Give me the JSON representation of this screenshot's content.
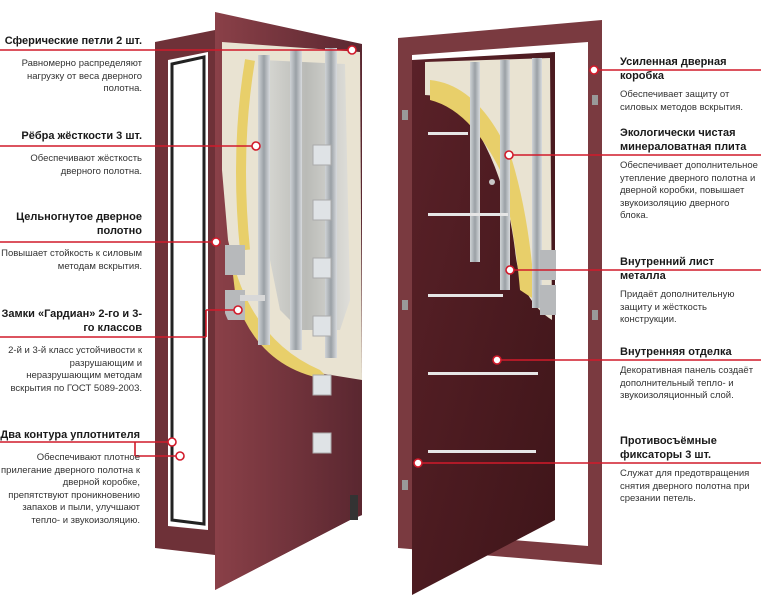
{
  "left_callouts": [
    {
      "title": "Сферические петли 2 шт.",
      "desc": "Равномерно распределяют нагрузку от веса дверного полотна."
    },
    {
      "title": "Рёбра жёсткости 3 шт.",
      "desc": "Обеспечивают жёсткость дверного полотна."
    },
    {
      "title": "Цельногнутое дверное полотно",
      "desc": "Повышает стойкость к силовым методам вскрытия."
    },
    {
      "title": "Замки «Гардиан» 2-го и 3-го классов",
      "desc": "2-й и 3-й класс устойчивости к разрушающим и неразрушающим методам вскрытия по ГОСТ 5089-2003."
    },
    {
      "title": "Два контура уплотнителя",
      "desc": "Обеспечивают плотное прилегание дверного полотна к дверной коробке, препятствуют проникновению запахов и пыли, улучшают тепло- и звукоизоляцию."
    }
  ],
  "right_callouts": [
    {
      "title": "Усиленная дверная коробка",
      "desc": "Обеспечивает защиту от силовых методов вскрытия."
    },
    {
      "title": "Экологически чистая минераловатная плита",
      "desc": "Обеспечивает дополнительное утепление дверного полотна и дверной коробки, повышает звукоизоляцию дверного блока."
    },
    {
      "title": "Внутренний лист металла",
      "desc": "Придаёт дополнительную защиту и жёсткость конструкции."
    },
    {
      "title": "Внутренняя отделка",
      "desc": "Декоративная панель создаёт дополнительный тепло- и звукоизоляционный слой."
    },
    {
      "title": "Противосъёмные фиксаторы 3 шт.",
      "desc": "Служат для предотвращения снятия дверного полотна при срезании петель."
    }
  ],
  "colors": {
    "line": "#d11a2a",
    "door_metal": "#6b3038",
    "door_panel": "#4e1c22",
    "insulation": "#e8cf6a",
    "frame": "#7a3a40"
  }
}
